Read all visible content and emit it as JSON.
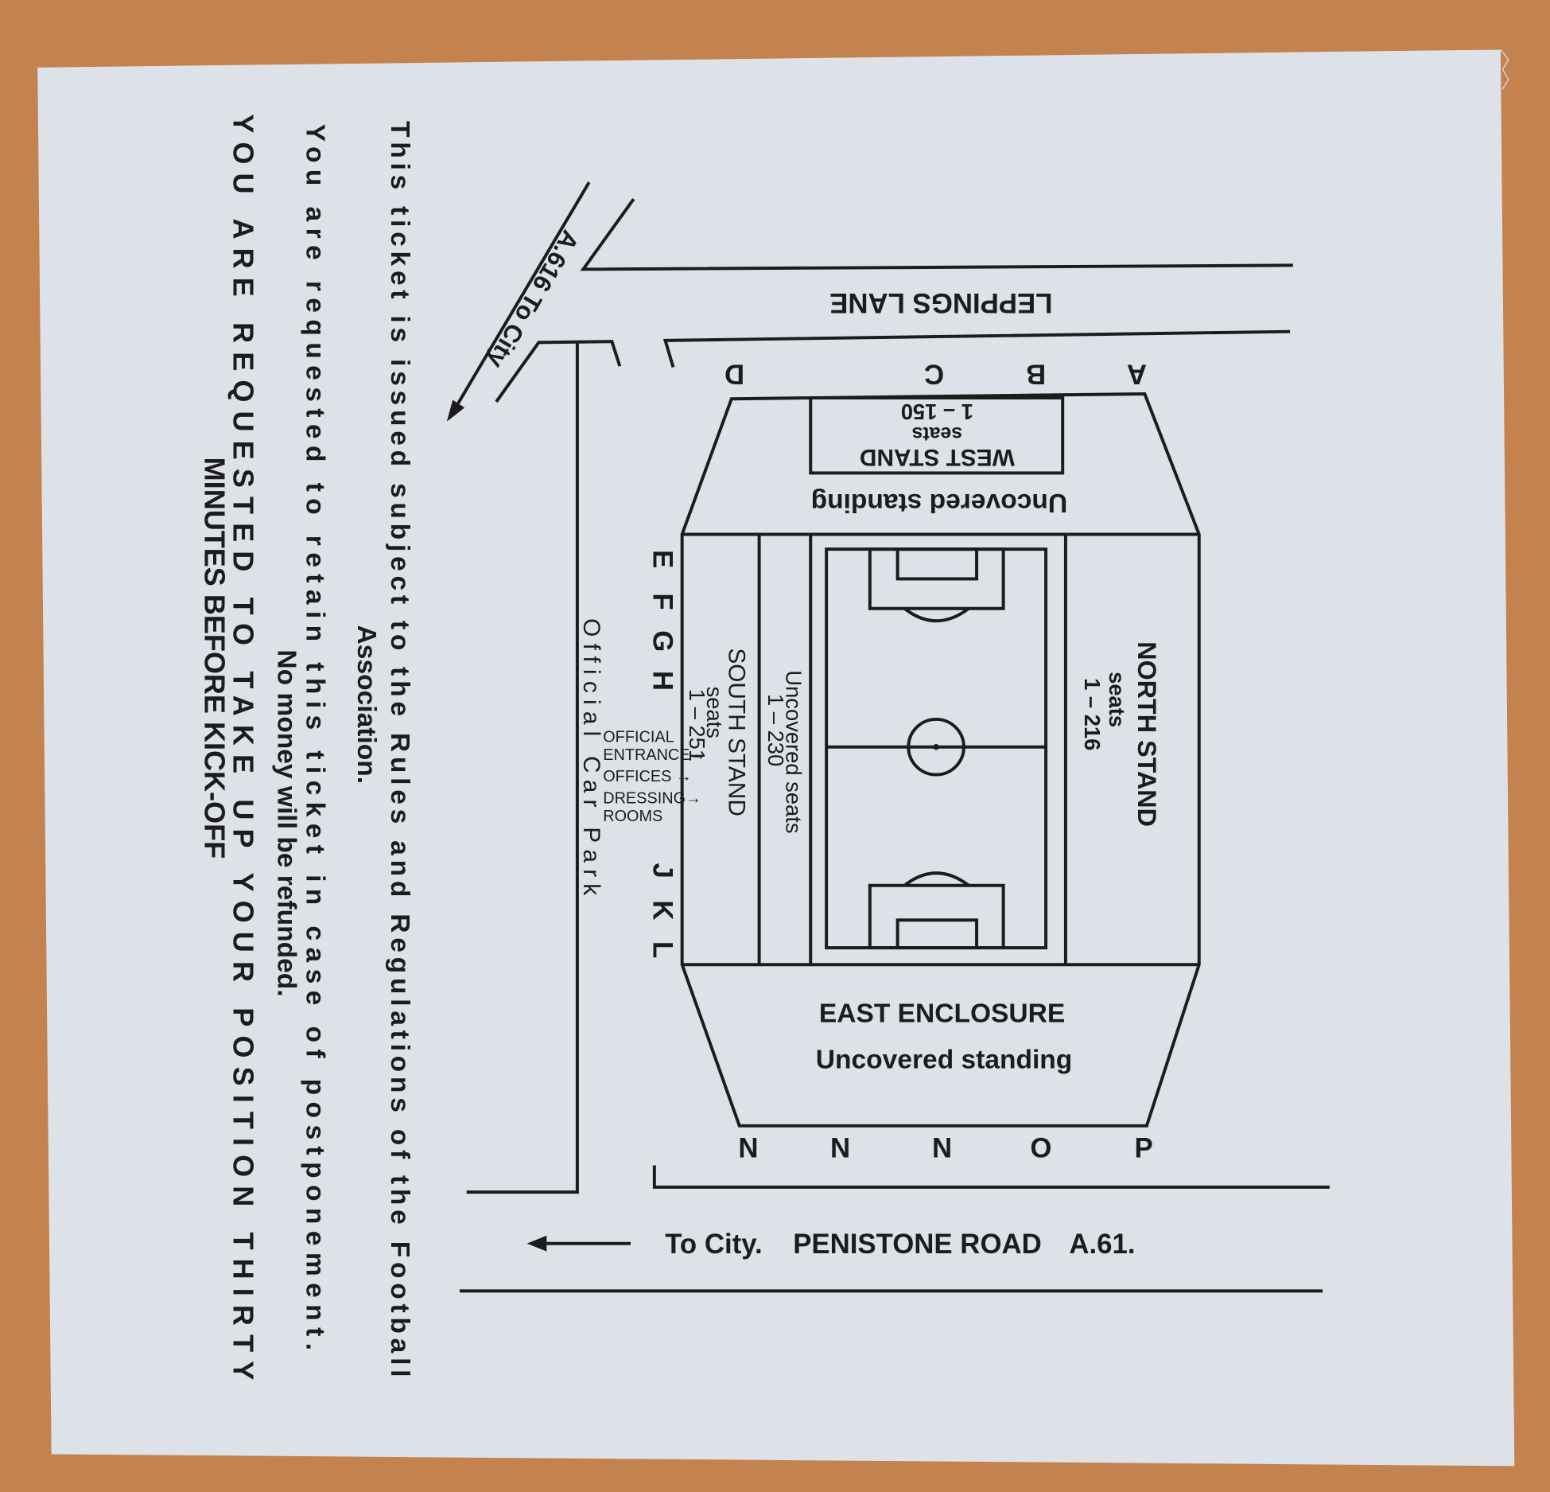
{
  "colors": {
    "background_wood": "#c4824e",
    "ticket_paper": "#dde2e8",
    "ink": "#1c1c1c"
  },
  "notice": {
    "lines": [
      "This ticket is issued subject to the Rules and Regulations of the Football",
      "Association.",
      "You are requested to retain this ticket in case of postponement.",
      "No money will be refunded.",
      "YOU ARE REQUESTED TO TAKE UP YOUR POSITION THIRTY",
      "MINUTES BEFORE KICK-OFF"
    ]
  },
  "roads": {
    "a616": "A.616 To City",
    "leppings_lane": "LEPPINGS LANE",
    "to_city": "To City.",
    "penistone_road": "PENISTONE ROAD",
    "a61": "A.61."
  },
  "gates": {
    "west": [
      "A",
      "B",
      "C",
      "D"
    ],
    "south": [
      "E",
      "F",
      "G",
      "H",
      "J",
      "K",
      "L"
    ],
    "east": [
      "N",
      "N",
      "N",
      "O",
      "P"
    ]
  },
  "stands": {
    "west": {
      "name": "WEST STAND",
      "seats_label": "seats",
      "range": "1 – 150",
      "standing": "Uncovered standing"
    },
    "north": {
      "name": "NORTH STAND",
      "seats_label": "seats",
      "range": "1 – 216"
    },
    "south": {
      "name": "SOUTH STAND",
      "seats_label": "seats",
      "range": "1 – 251"
    },
    "uncovered_seats": {
      "name": "Uncovered seats",
      "range": "1 – 230"
    },
    "east": {
      "name": "EAST ENCLOSURE",
      "standing": "Uncovered standing"
    }
  },
  "facilities": {
    "car_park": "Official  Car  Park",
    "labels": [
      "OFFICIAL",
      "ENTRANCE→",
      "OFFICES →",
      "DRESSING→",
      "ROOMS"
    ]
  }
}
